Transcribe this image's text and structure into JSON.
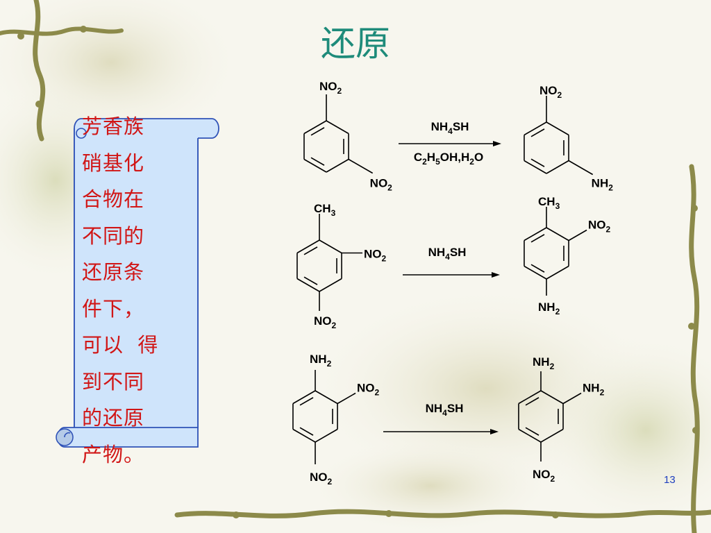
{
  "slide": {
    "title": "还原",
    "page_number": "13"
  },
  "note": {
    "lines": [
      "芳香族",
      "硝基化",
      "合物在",
      "不同的",
      "还原条",
      "件下，",
      "可以  得",
      "到不同",
      "的还原",
      "产物。"
    ]
  },
  "reactions": [
    {
      "reactant": {
        "top": "NO2",
        "right": "NO2"
      },
      "reagent_above": "NH4SH",
      "reagent_below": "C2H5OH,H2O",
      "product": {
        "top": "NO2",
        "right": "NH2"
      }
    },
    {
      "reactant": {
        "top": "CH3",
        "right": "NO2",
        "bottom": "NO2"
      },
      "reagent_above": "NH4SH",
      "product": {
        "top": "CH3",
        "right": "NO2",
        "bottom": "NH2"
      }
    },
    {
      "reactant": {
        "top": "NH2",
        "right": "NO2",
        "bottom": "NO2"
      },
      "reagent_above": "NH4SH",
      "product": {
        "top": "NH2",
        "right": "NH2",
        "bottom": "NO2"
      }
    }
  ],
  "colors": {
    "title": "#1e8b7a",
    "note_text": "#d11616",
    "scroll_fill": "#cfe4fb",
    "scroll_border": "#2f52b7",
    "page_number": "#1f3fbf"
  }
}
